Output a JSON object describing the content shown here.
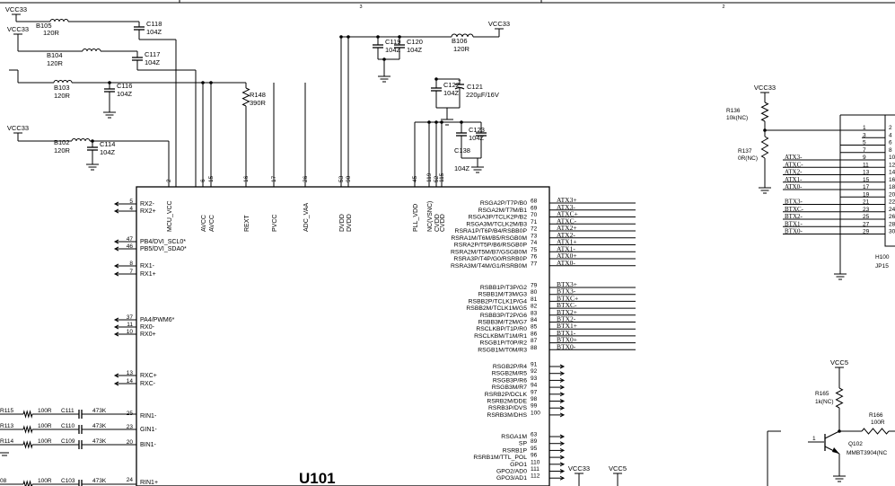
{
  "frame": {
    "zone_left": "3",
    "zone_right": "2"
  },
  "power": {
    "vcc33": "VCC33",
    "vcc5": "VCC5"
  },
  "refs": {
    "B105": "B105",
    "B104": "B104",
    "B103": "B103",
    "B102": "B102",
    "B106": "B106",
    "C118": "C118",
    "C117": "C117",
    "C116": "C116",
    "C114": "C114",
    "C119": "C119",
    "C120": "C120",
    "C121": "C121",
    "C122": "C122",
    "C123": "C123",
    "C138": "C138",
    "R148": "R148",
    "R136": "R136",
    "R137": "R137",
    "R165": "R165",
    "R166": "R166",
    "R115": "R115",
    "R113": "R113",
    "R114": "R114",
    "R108": "08",
    "C111": "C111",
    "C110": "C110",
    "C109": "C109",
    "C103": "C103",
    "Q102": "Q102",
    "H1": "H100",
    "J1": "JP15"
  },
  "values": {
    "ferrite": "120R",
    "cap_104z": "104Z",
    "cap_221": "220µF/16V",
    "r390": "390R",
    "r10knc": "10k(NC)",
    "r0rnc": "0R(NC)",
    "r1knc": "1k(NC)",
    "r100": "100R",
    "cap_473k": "473K",
    "q_part": "MMBT3904(NC"
  },
  "chip": {
    "name": "U101",
    "top_pins": [
      {
        "num": "2",
        "label": "MCU_VCC"
      },
      {
        "num": "6",
        "label": "AVCC"
      },
      {
        "num": "15",
        "label": "AVCC"
      },
      {
        "num": "16",
        "label": "REXT"
      },
      {
        "num": "17",
        "label": "PVCC"
      },
      {
        "num": "26",
        "label": "ADC_VAA"
      },
      {
        "num": "53",
        "label": "DVDD"
      },
      {
        "num": "90",
        "label": "DVDD"
      },
      {
        "num": "45",
        "label": "PLL_VDD"
      },
      {
        "num": "119",
        "label": "NC(VSNC)"
      },
      {
        "num": "52",
        "label": "CVDD"
      },
      {
        "num": "115",
        "label": "CVDD"
      }
    ],
    "left_pins": [
      {
        "num": "5",
        "label": "RX2-"
      },
      {
        "num": "4",
        "label": "RX2+"
      },
      {
        "num": "47",
        "label": "PB4/DVI_SCL0*"
      },
      {
        "num": "46",
        "label": "PB5/DVI_SDA0*"
      },
      {
        "num": "8",
        "label": "RX1-"
      },
      {
        "num": "7",
        "label": "RX1+"
      },
      {
        "num": "37",
        "label": "PA4/PWM6*"
      },
      {
        "num": "11",
        "label": "RX0-"
      },
      {
        "num": "10",
        "label": "RX0+"
      },
      {
        "num": "13",
        "label": "RXC+"
      },
      {
        "num": "14",
        "label": "RXC-"
      },
      {
        "num": "25",
        "label": "RIN1-"
      },
      {
        "num": "23",
        "label": "GIN1-"
      },
      {
        "num": "20",
        "label": "BIN1-"
      },
      {
        "num": "24",
        "label": "RIN1+"
      }
    ],
    "right_pins": [
      {
        "num": "68",
        "label": "RSGA2P/T7P/B0",
        "net": "ATX3+"
      },
      {
        "num": "69",
        "label": "RSGA2M/T7M/B1",
        "net": "ATX3-"
      },
      {
        "num": "70",
        "label": "RSGA3P/TCLK2P/B2",
        "net": "ATXC+"
      },
      {
        "num": "71",
        "label": "RSGA3M/TCLK2M/B3",
        "net": "ATXC-"
      },
      {
        "num": "72",
        "label": "RSRA1P/T6P/B4/RSBB0P",
        "net": "ATX2+"
      },
      {
        "num": "73",
        "label": "RSRA1M/T6M/B5/RSGB0M",
        "net": "ATX2-"
      },
      {
        "num": "74",
        "label": "RSRA2P/T5P/B6/RSGB0P",
        "net": "ATX1+"
      },
      {
        "num": "75",
        "label": "RSRA2M/T5M/B7/GSGB0M",
        "net": "ATX1-"
      },
      {
        "num": "76",
        "label": "RSRA3P/T4P/G0/RSRB0P",
        "net": "ATX0+"
      },
      {
        "num": "77",
        "label": "RSRA3M/T4M/G1/RSRB0M",
        "net": "ATX0-"
      },
      {
        "num": "79",
        "label": "RSBB1P/T3P/G2",
        "net": "BTX3+"
      },
      {
        "num": "80",
        "label": "RSBB1M/T3M/G3",
        "net": "BTX3-"
      },
      {
        "num": "81",
        "label": "RSBB2P/TCLK1P/G4",
        "net": "BTXC+"
      },
      {
        "num": "82",
        "label": "RSBB2M/TCLK1M/G5",
        "net": "BTXC-"
      },
      {
        "num": "83",
        "label": "RSBB3P/T2P/G6",
        "net": "BTX2+"
      },
      {
        "num": "84",
        "label": "RSBB3M/T2M/G7",
        "net": "BTX2-"
      },
      {
        "num": "85",
        "label": "RSCLKBP/T1P/R0",
        "net": "BTX1+"
      },
      {
        "num": "86",
        "label": "RSCLKBM/T1M/R1",
        "net": "BTX1-"
      },
      {
        "num": "87",
        "label": "RSGB1P/T0P/R2",
        "net": "BTX0+"
      },
      {
        "num": "88",
        "label": "RSGB1M/T0M/R3",
        "net": "BTX0-"
      },
      {
        "num": "91",
        "label": "RSGB2P/R4",
        "net": ""
      },
      {
        "num": "92",
        "label": "RSGB2M/R5",
        "net": ""
      },
      {
        "num": "93",
        "label": "RSGB3P/R6",
        "net": ""
      },
      {
        "num": "94",
        "label": "RSGB3M/R7",
        "net": ""
      },
      {
        "num": "97",
        "label": "RSRB2P/DCLK",
        "net": ""
      },
      {
        "num": "98",
        "label": "RSRB2M/DDE",
        "net": ""
      },
      {
        "num": "99",
        "label": "RSRB3P/DVS",
        "net": ""
      },
      {
        "num": "100",
        "label": "RSRB3M/DHS",
        "net": ""
      },
      {
        "num": "63",
        "label": "RSGA1M",
        "net": ""
      },
      {
        "num": "89",
        "label": "SP",
        "net": ""
      },
      {
        "num": "95",
        "label": "RSRB1P",
        "net": ""
      },
      {
        "num": "96",
        "label": "RSRB1M/TTL_POL",
        "net": ""
      },
      {
        "num": "110",
        "label": "GPO1",
        "net": ""
      },
      {
        "num": "111",
        "label": "GPO2/AD0",
        "net": ""
      },
      {
        "num": "112",
        "label": "GPO3/AD1",
        "net": ""
      }
    ]
  },
  "connector": {
    "nets": [
      "ATX3-",
      "ATXC-",
      "ATX2-",
      "ATX1-",
      "ATX0-",
      "BTX3-",
      "BTXC-",
      "BTX2-",
      "BTX1-",
      "BTX0-"
    ],
    "pins_a": [
      "1",
      "3",
      "5",
      "7",
      "9",
      "11",
      "13",
      "15",
      "17",
      "19",
      "21",
      "23",
      "25",
      "27",
      "29"
    ],
    "pins_b": [
      "2",
      "4",
      "6",
      "8",
      "10",
      "12",
      "14",
      "16",
      "18",
      "20",
      "22",
      "24",
      "26",
      "28",
      "30"
    ]
  }
}
